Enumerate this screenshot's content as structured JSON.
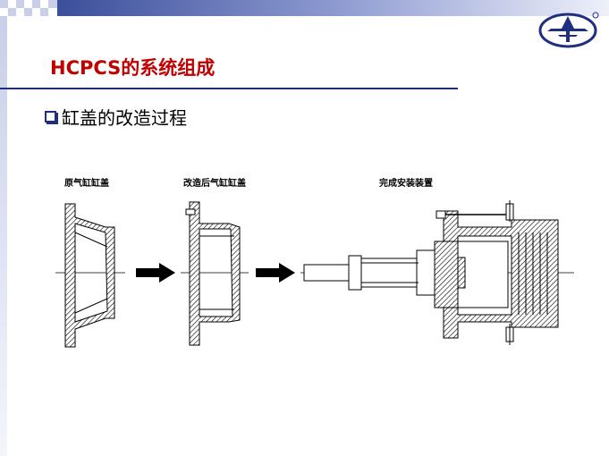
{
  "slide": {
    "title": "HCPCS的系统组成",
    "bullet": "缸盖的改造过程"
  },
  "diagram": {
    "captions": [
      "原气缸缸盖",
      "改造后气缸缸盖",
      "完成安装装置"
    ]
  },
  "colors": {
    "title": "#c00000",
    "accent_navy": "#1f2f80",
    "band_start": "#2a3f8f",
    "band_end": "#e7eaf7",
    "hatch": "#000000"
  },
  "icons": {
    "logo": "company-logo-icon",
    "bullet": "square-bullet-icon",
    "arrow": "right-arrow-icon"
  }
}
